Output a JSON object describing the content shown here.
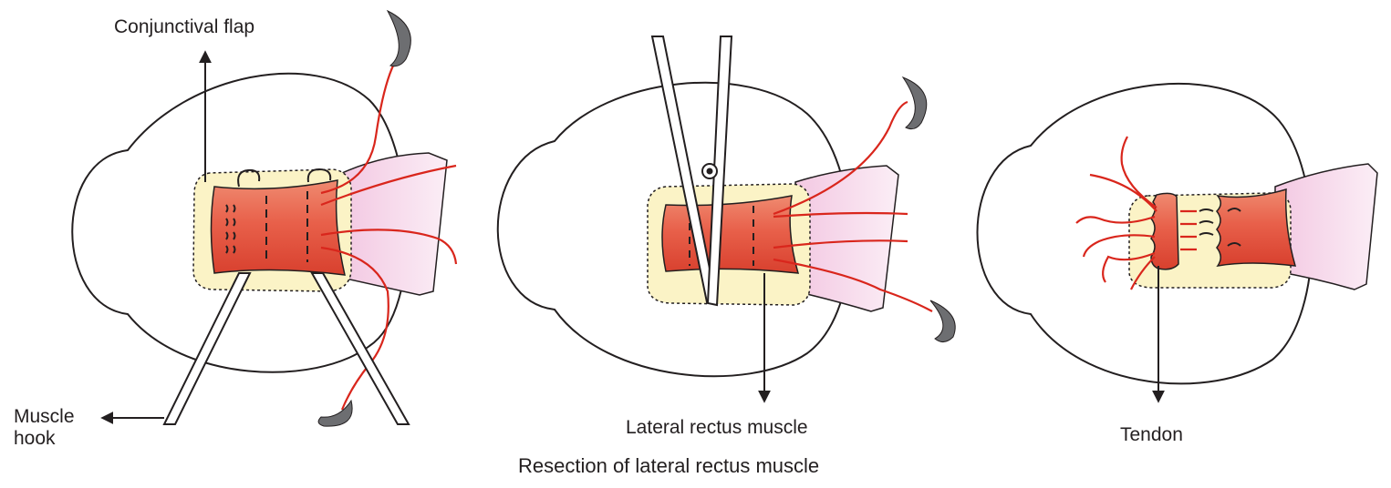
{
  "labels": {
    "conjunctival_flap": "Conjunctival flap",
    "muscle_hook": "Muscle hook",
    "lateral_rectus": "Lateral rectus muscle",
    "tendon": "Tendon"
  },
  "caption": "Resection of lateral rectus muscle",
  "colors": {
    "outline": "#231f20",
    "muscle": "#e8604a",
    "suture": "#d9261c",
    "conjunctiva": "#fbf3c6",
    "tendon_stub": "#f6d8ec",
    "needle": "#6d6e71"
  }
}
